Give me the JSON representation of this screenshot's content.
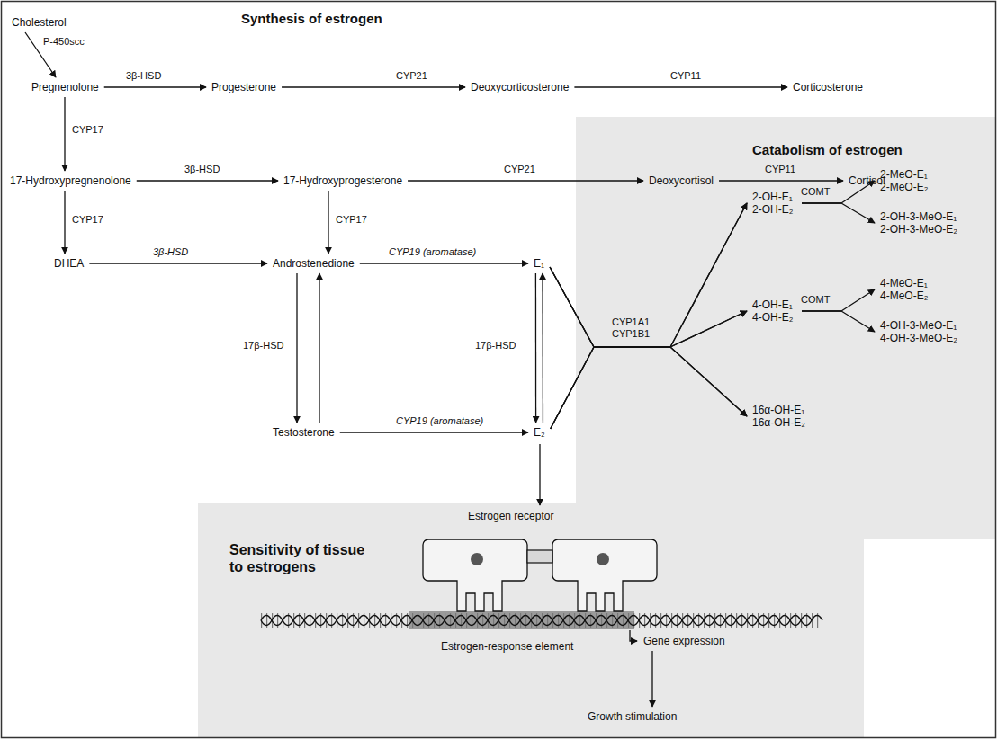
{
  "diagram": {
    "nodes": [
      {
        "text": [
          "Cholesterol"
        ]
      },
      {
        "text": [
          "Pregnenolone"
        ]
      },
      {
        "text": [
          "Progesterone"
        ]
      },
      {
        "text": [
          "Deoxycorticosterone"
        ]
      },
      {
        "text": [
          "Corticosterone"
        ]
      },
      {
        "text": [
          "17-Hydroxypregnenolone"
        ]
      },
      {
        "text": [
          "17-Hydroxyprogesterone"
        ]
      },
      {
        "text": [
          "Deoxycortisol"
        ]
      },
      {
        "text": [
          "Cortisol"
        ]
      },
      {
        "text": [
          "DHEA"
        ]
      },
      {
        "text": [
          "Androstenedione"
        ]
      },
      {
        "text": [
          "E₁"
        ]
      },
      {
        "text": [
          "Testosterone"
        ]
      },
      {
        "text": [
          "E₂"
        ]
      },
      {
        "text": [
          "2-OH-E₁ 2-OH-E₂"
        ]
      },
      {
        "text": [
          "4-OH-E₁ 4-OH-E₂"
        ]
      },
      {
        "text": [
          "16α-OH-E₁ 16α-OH-E₂"
        ]
      },
      {
        "text": [
          "2-MeO-E₁ 2-MeO-E₂"
        ]
      },
      {
        "text": [
          "2-OH-3-MeO-E₁ 2-OH-3-MeO-E₂"
        ]
      },
      {
        "text": [
          "4-MeO-E₁ 4-MeO-E₂"
        ]
      },
      {
        "text": [
          "4-OH-3-MeO-E₁ 4-OH-3-MeO-E₂"
        ]
      },
      {
        "text": [
          "Gene expression"
        ]
      },
      {
        "text": [
          "Growth stimulation"
        ]
      }
    ],
    "edges": [
      {
        "from": 0,
        "to": 1,
        "label": "P-450scc",
        "arrow": "to"
      },
      {
        "from": 1,
        "to": 2,
        "label": "3β-HSD",
        "arrow": "to"
      },
      {
        "from": 2,
        "to": 3,
        "label": "CYP21",
        "arrow": "to"
      },
      {
        "from": 3,
        "to": 4,
        "label": "CYP11",
        "arrow": "to"
      },
      {
        "from": 1,
        "to": 5,
        "label": "CYP17",
        "arrow": "to"
      },
      {
        "from": 5,
        "to": 6,
        "label": "3β-HSD",
        "arrow": "to"
      },
      {
        "from": 6,
        "to": 7,
        "label": "CYP21",
        "arrow": "to"
      },
      {
        "from": 7,
        "to": 8,
        "label": "CYP11",
        "arrow": "to"
      },
      {
        "from": 5,
        "to": 9,
        "label": "CYP17",
        "arrow": "to"
      },
      {
        "from": 6,
        "to": 10,
        "label": "CYP17",
        "arrow": "to"
      },
      {
        "from": 9,
        "to": 10,
        "label": "3β-HSD",
        "arrow": "to"
      },
      {
        "from": 10,
        "to": 11,
        "label": "CYP19 (aromatase)",
        "arrow": "to"
      },
      {
        "from": 10,
        "to": 12,
        "label": "17β-HSD",
        "arrow": "to"
      },
      {
        "from": 12,
        "to": 10,
        "arrow": "to"
      },
      {
        "from": 11,
        "to": 13,
        "label": "17β-HSD",
        "arrow": "to"
      },
      {
        "from": 13,
        "to": 11,
        "arrow": "to"
      },
      {
        "from": 12,
        "to": 13,
        "label": "CYP19 (aromatase)",
        "arrow": "to"
      },
      {
        "from": 11,
        "to": 14,
        "label": "CYP1A1 CYP1B1",
        "arrow": "to"
      },
      {
        "from": 11,
        "to": 15,
        "arrow": "to"
      },
      {
        "from": 11,
        "to": 16,
        "arrow": "to"
      },
      {
        "from": 13,
        "to": 14,
        "arrow": "to"
      },
      {
        "from": 13,
        "to": 15,
        "arrow": "to"
      },
      {
        "from": 13,
        "to": 16,
        "arrow": "to"
      },
      {
        "from": 14,
        "to": 17,
        "label": "COMT",
        "arrow": "to"
      },
      {
        "from": 14,
        "to": 18,
        "arrow": "to"
      },
      {
        "from": 15,
        "to": 19,
        "label": "COMT",
        "arrow": "to"
      },
      {
        "from": 15,
        "to": 20,
        "arrow": "to"
      },
      {
        "from": 21,
        "to": 22,
        "arrow": "to"
      }
    ],
    "labels": [
      "Synthesis of estrogen",
      "Catabolism of estrogen",
      "Sensitivity of tissue to estrogens",
      "Estrogen receptor",
      "Estrogen-response element"
    ]
  }
}
